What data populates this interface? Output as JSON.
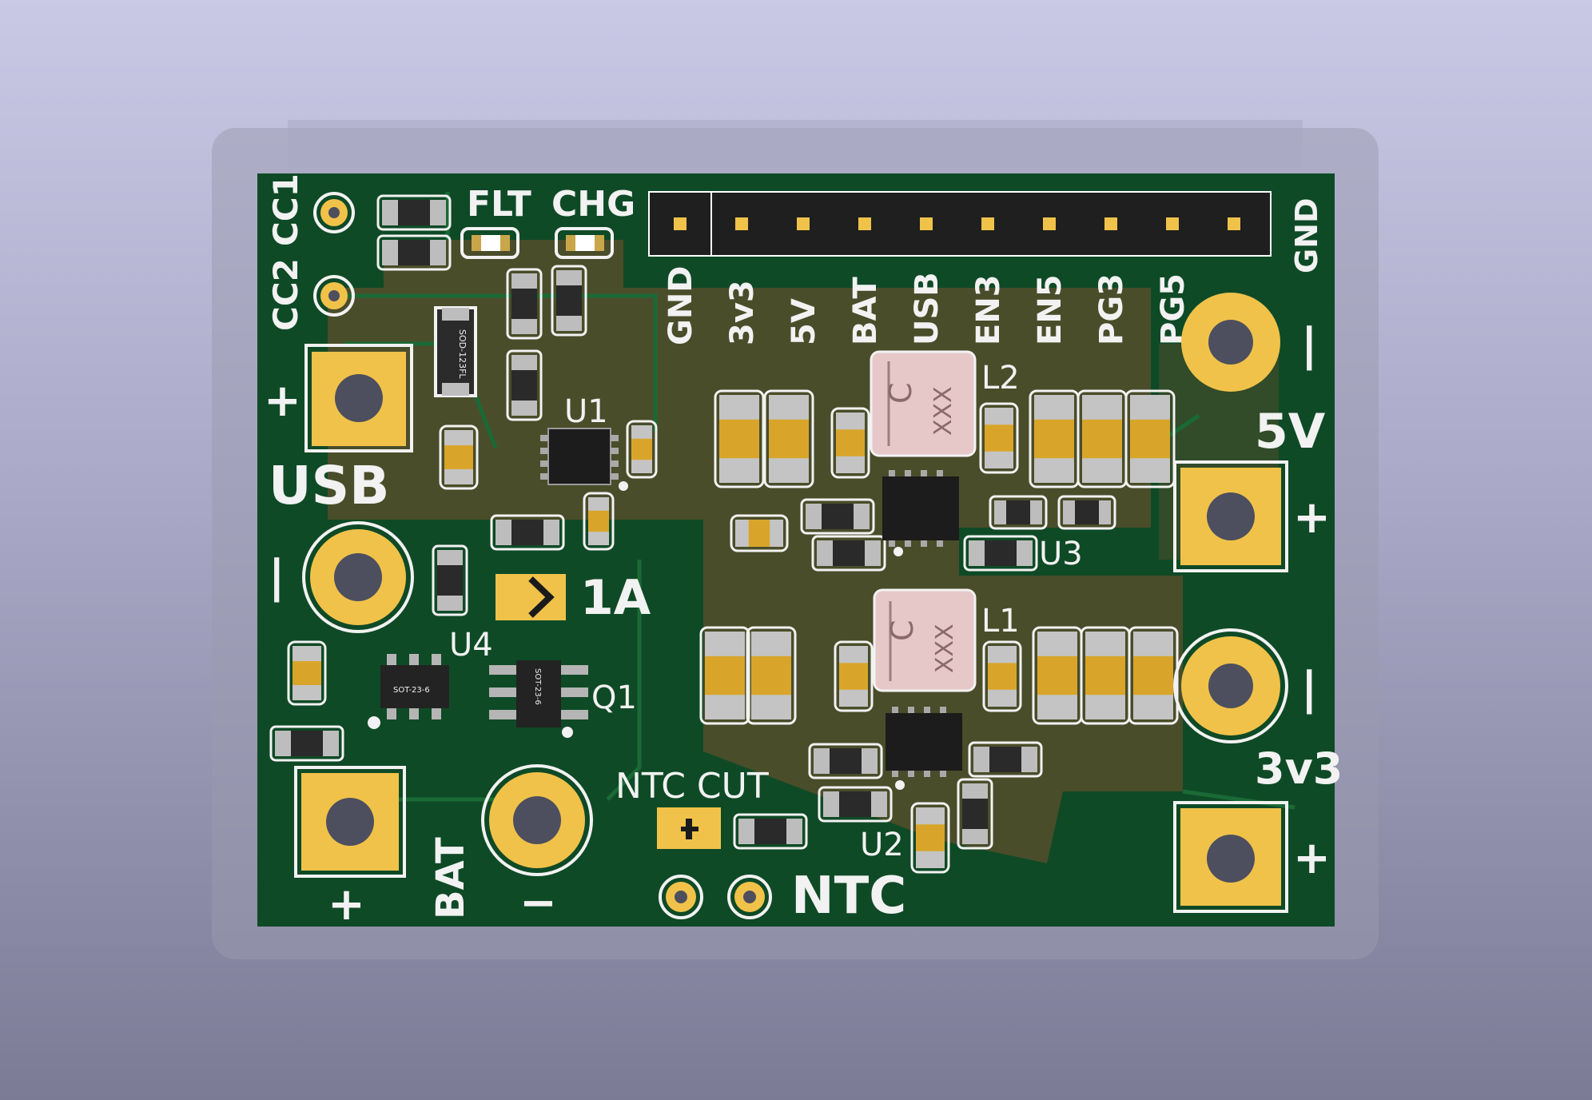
{
  "board": {
    "colors": {
      "soldermask": "#0f4a26",
      "copper_pour": "#4a4d2a",
      "pad": "#f0c24a",
      "silkscreen": "#f2f2f2",
      "hole": "#4d4f5e"
    },
    "labels": {
      "flt": "FLT",
      "chg": "CHG",
      "cc1": "CC1",
      "cc2": "CC2",
      "usb": "USB",
      "usb_plus": "+",
      "usb_minus": "|",
      "u1": "U1",
      "u2": "U2",
      "u3": "U3",
      "u4": "U4",
      "l1": "L1",
      "l2": "L2",
      "q1": "Q1",
      "one_a": "1A",
      "bat": "BAT",
      "bat_plus": "+",
      "bat_minus": "−",
      "ntc_cut": "NTC  CUT",
      "ntc": "NTC",
      "out5v": "5V",
      "out3v3": "3v3",
      "plus": "+",
      "minus": "|",
      "gnd_right": "GND"
    },
    "header_pins": [
      "GND",
      "3v3",
      "5V",
      "BAT",
      "USB",
      "EN3",
      "EN5",
      "PG3",
      "PG5"
    ],
    "component_marks": {
      "sod": "SOD-123FL",
      "sot_u4": "SOT-23-6",
      "sot_q1": "SOT-23-6",
      "inductor_c": "C",
      "inductor_x": "XXX"
    }
  }
}
